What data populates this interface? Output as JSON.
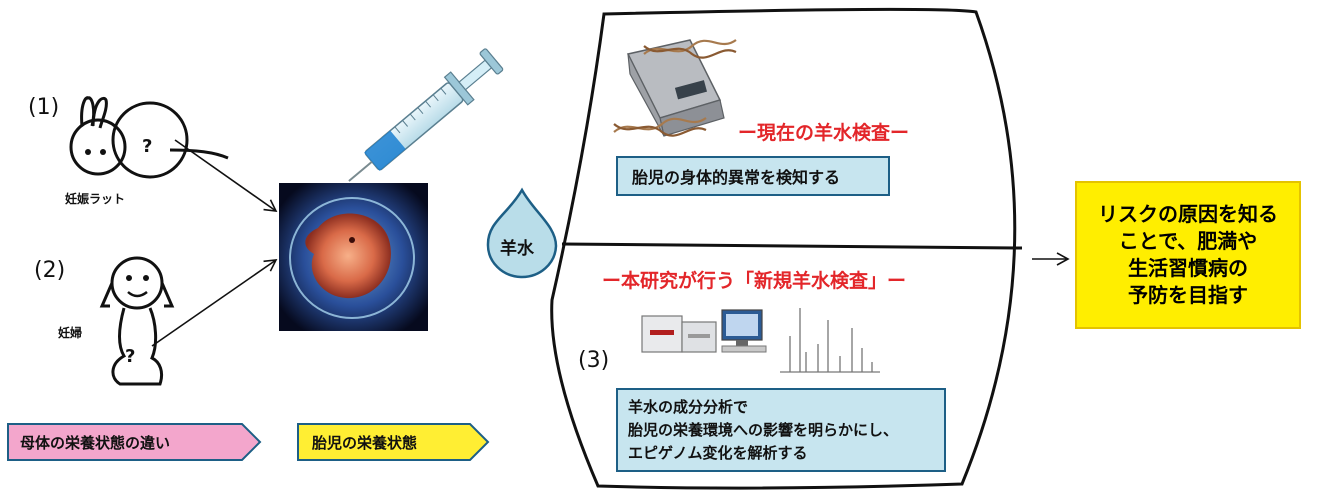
{
  "subjects": {
    "rat_number": "(1)",
    "rat_caption": "妊娠ラット",
    "woman_number": "(2)",
    "woman_caption": "妊婦",
    "question_mark": "?"
  },
  "center": {
    "droplet_label": "羊水"
  },
  "upper": {
    "title": "ー現在の羊水検査ー",
    "box_text": "胎児の身体的異常を検知する"
  },
  "lower": {
    "title": "ー本研究が行う「新規羊水検査」ー",
    "number": "(3)",
    "box_lines": [
      "羊水の成分分析で",
      "胎児の栄養環境への影響を明らかにし、",
      "エピゲノム変化を解析する"
    ]
  },
  "conclusion": {
    "lines": [
      "リスクの原因を知る",
      "ことで、肥満や",
      "生活習慣病の",
      "予防を目指す"
    ]
  },
  "tags": {
    "maternal": "母体の栄養状態の違い",
    "fetal": "胎児の栄養状態"
  },
  "colors": {
    "red_title": "#e3262a",
    "box_fill": "#c7e5ef",
    "box_border": "#1d5f86",
    "droplet_fill": "#b9dde9",
    "conclusion_fill": "#ffee00",
    "tag_pink": "#f3a6cc",
    "tag_yellow": "#ffee33"
  }
}
